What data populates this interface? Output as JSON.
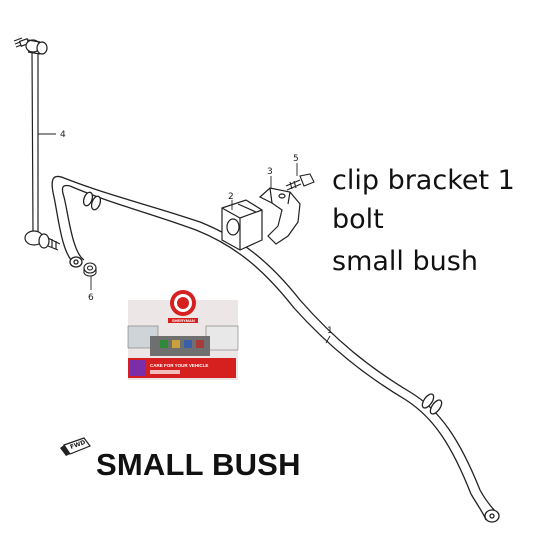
{
  "diagram": {
    "part_numbers": {
      "p1": "1",
      "p2": "2",
      "p3": "3",
      "p4": "4",
      "p5": "5",
      "p6": "6"
    },
    "fwd_label": "FWD",
    "logo": {
      "brand": "SHERYMAN",
      "tagline": "CARE FOR YOUR VEHICLE"
    }
  },
  "callouts": [
    "clip bracket 1",
    "bolt",
    "small bush"
  ],
  "headline": "SMALL BUSH",
  "colors": {
    "line": "#222222",
    "brand_red": "#d62020",
    "text": "#111111"
  }
}
